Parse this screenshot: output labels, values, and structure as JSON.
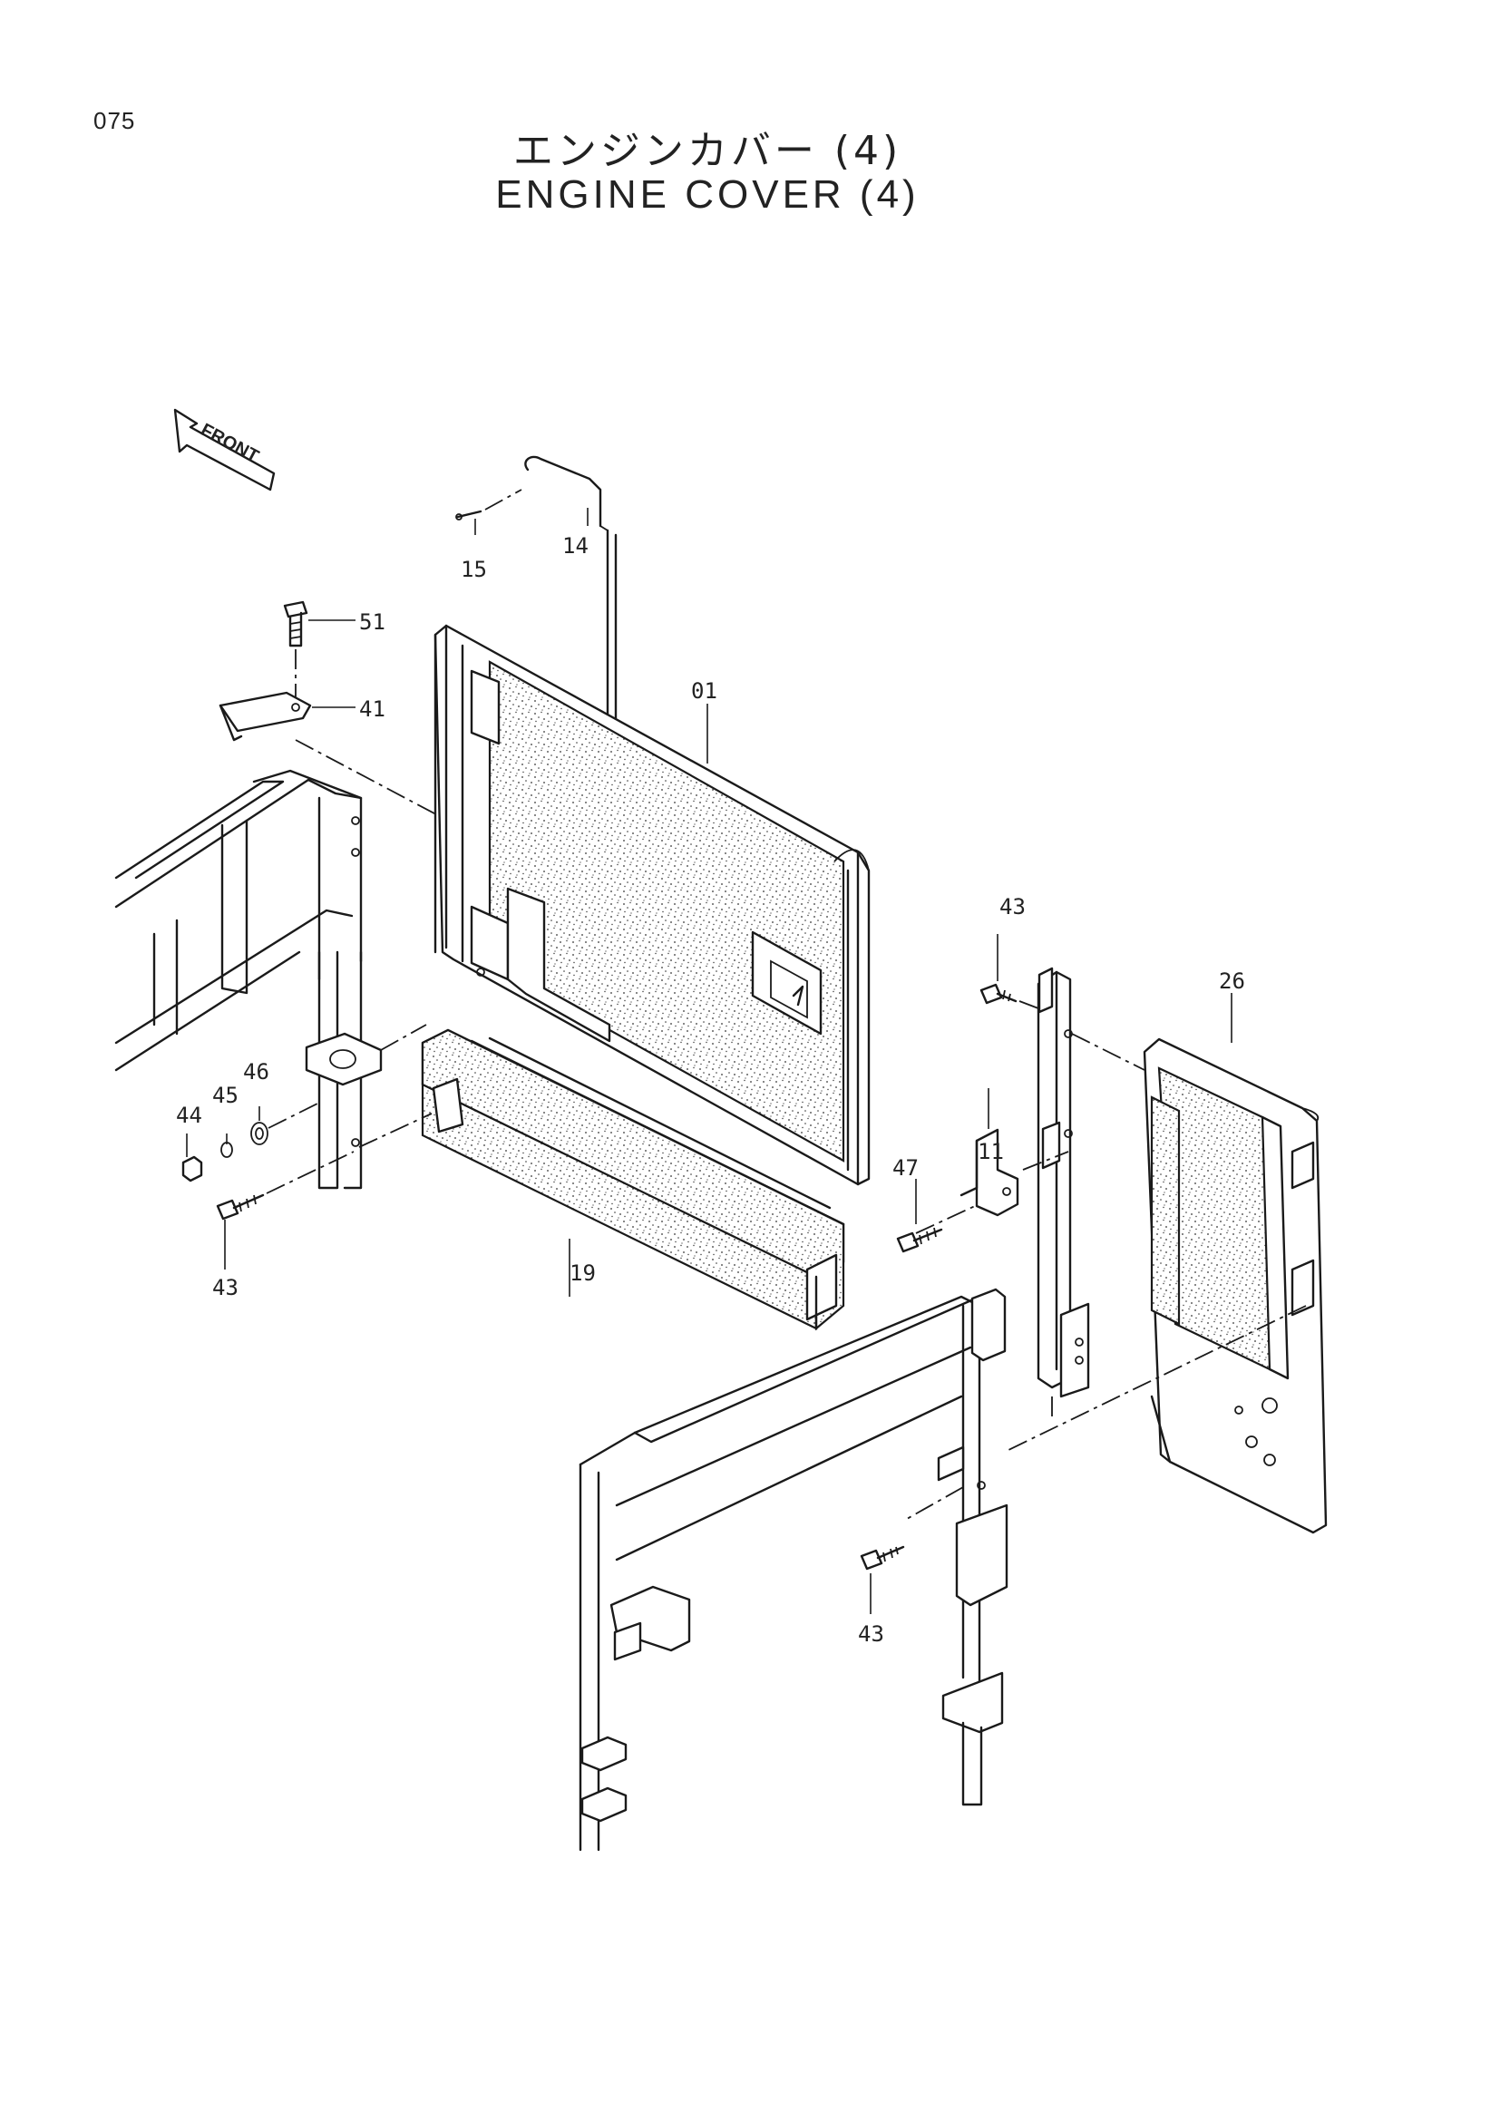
{
  "page_number": "075",
  "title_jp": "エンジンカバー (4)",
  "title_en": "ENGINE  COVER  (4)",
  "front_label": "FRONT",
  "part_labels": {
    "p01": "01",
    "p11": "11",
    "p14": "14",
    "p15": "15",
    "p19": "19",
    "p26": "26",
    "p41": "41",
    "p43a": "43",
    "p43b": "43",
    "p43c": "43",
    "p44": "44",
    "p45": "45",
    "p46": "46",
    "p47": "47",
    "p51": "51"
  }
}
